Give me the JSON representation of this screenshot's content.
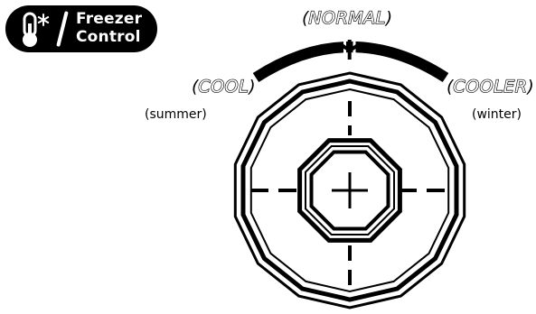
{
  "badge": {
    "line1": "Freezer",
    "line2": "Control",
    "icon": "thermometer-snowflake-icon",
    "background": "#000000",
    "text_color": "#ffffff"
  },
  "dial": {
    "settings": [
      {
        "label": "COOL",
        "season": "(summer)"
      },
      {
        "label": "NORMAL",
        "season": ""
      },
      {
        "label": "COOLER",
        "season": "(winter)"
      }
    ]
  }
}
